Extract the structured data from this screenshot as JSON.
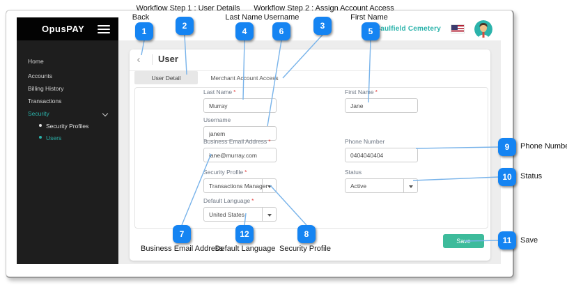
{
  "colors": {
    "callout_blue": "#1584f2",
    "callout_line_blue": "#78b3ea",
    "brand_teal": "#2bb3ab",
    "save_green": "#3dbb9b",
    "sidebar_bg": "#1e1e1e",
    "required_red": "#e23b3b"
  },
  "icons": {
    "back_chevron": "‹",
    "hamburger": "hamburger-menu",
    "sidebar_expand": "chevron-down",
    "select_caret": "caret-down",
    "flag": "us-flag",
    "avatar": "user-avatar"
  },
  "sidebar": {
    "logo": "OpusPAY",
    "items": [
      {
        "label": "Home"
      },
      {
        "label": "Accounts"
      },
      {
        "label": "Billing History"
      },
      {
        "label": "Transactions"
      },
      {
        "label": "Security",
        "expanded": true,
        "active": true
      }
    ],
    "subitems": [
      {
        "label": "Security Profiles",
        "active": false
      },
      {
        "label": "Users",
        "active": true
      }
    ]
  },
  "header": {
    "merchant": "Caulfield Cemetery"
  },
  "page": {
    "title": "User",
    "tabs": [
      {
        "label": "User Detail",
        "active": true
      },
      {
        "label": "Merchant Account Access",
        "active": false
      }
    ]
  },
  "form": {
    "required_marker": "*",
    "last_name": {
      "label": "Last Name",
      "value": "Murray",
      "required": true
    },
    "first_name": {
      "label": "First Name",
      "value": "Jane",
      "required": true
    },
    "username": {
      "label": "Username",
      "value": "janem",
      "required": false
    },
    "business_email": {
      "label": "Business Email Address",
      "value": "jane@murray.com",
      "required": true
    },
    "phone": {
      "label": "Phone Number",
      "value": "0404040404",
      "required": false
    },
    "security_profile": {
      "label": "Security Profile",
      "value": "Transactions Manager",
      "required": true
    },
    "status": {
      "label": "Status",
      "value": "Active",
      "required": false
    },
    "default_language": {
      "label": "Default Language",
      "value": "United States",
      "required": true
    },
    "save_label": "Save"
  },
  "annotations": {
    "workflow1": "Workflow Step 1 : User Details",
    "workflow2": "Workflow Step 2 : Assign Account Access",
    "back": "Back",
    "last_name": "Last Name",
    "username": "Username",
    "first_name": "First Name",
    "phone": "Phone Number",
    "status": "Status",
    "save": "Save",
    "business_email": "Business Email Address",
    "default_language": "Default Language",
    "security_profile": "Security Profile",
    "numbers": {
      "n1": "1",
      "n2": "2",
      "n3": "3",
      "n4": "4",
      "n5": "5",
      "n6": "6",
      "n7": "7",
      "n8": "8",
      "n9": "9",
      "n10": "10",
      "n11": "11",
      "n12": "12"
    }
  }
}
